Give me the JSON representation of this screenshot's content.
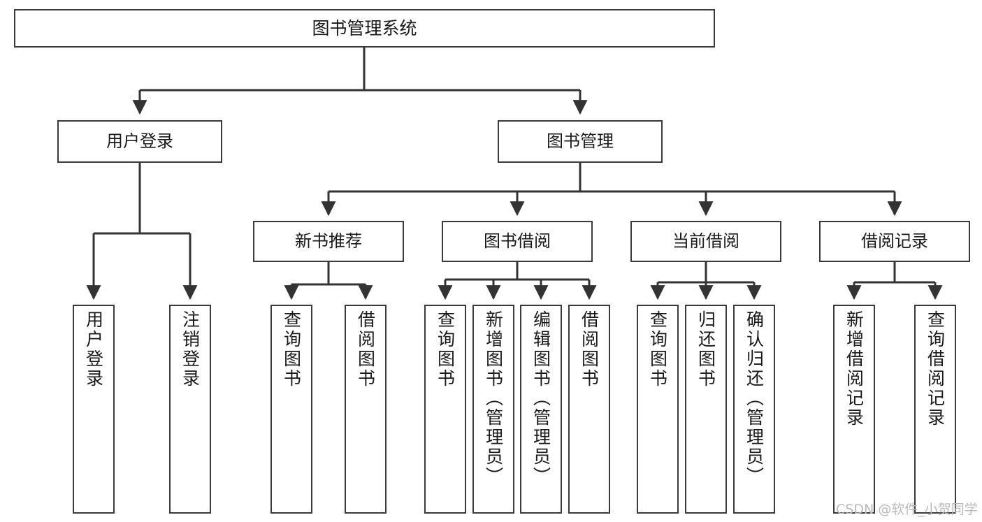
{
  "diagram": {
    "title": "图书管理系统",
    "watermark": "CSDN @软件_小贺同学",
    "colors": {
      "box_border": "#3a3a3a",
      "box_fill": "#ffffff",
      "edge": "#333333",
      "text": "#1a1a1a",
      "watermark": "#b9b9b9",
      "background": "#ffffff"
    },
    "nodes": {
      "root": {
        "label": "图书管理系统"
      },
      "level2": [
        {
          "label": "用户登录"
        },
        {
          "label": "图书管理"
        }
      ],
      "level3": [
        {
          "label": "新书推荐"
        },
        {
          "label": "图书借阅"
        },
        {
          "label": "当前借阅"
        },
        {
          "label": "借阅记录"
        }
      ],
      "leaves": {
        "user_login": [
          {
            "label": "用户登录"
          },
          {
            "label": "注销登录"
          }
        ],
        "new_book_recommend": [
          {
            "label": "查询图书"
          },
          {
            "label": "借阅图书"
          }
        ],
        "book_borrow": [
          {
            "label": "查询图书"
          },
          {
            "label": "新增图书（管理员）"
          },
          {
            "label": "编辑图书（管理员）"
          },
          {
            "label": "借阅图书"
          }
        ],
        "current_borrow": [
          {
            "label": "查询图书"
          },
          {
            "label": "归还图书"
          },
          {
            "label": "确认归还（管理员）"
          }
        ],
        "borrow_record": [
          {
            "label": "新增借阅记录"
          },
          {
            "label": "查询借阅记录"
          }
        ]
      }
    }
  }
}
